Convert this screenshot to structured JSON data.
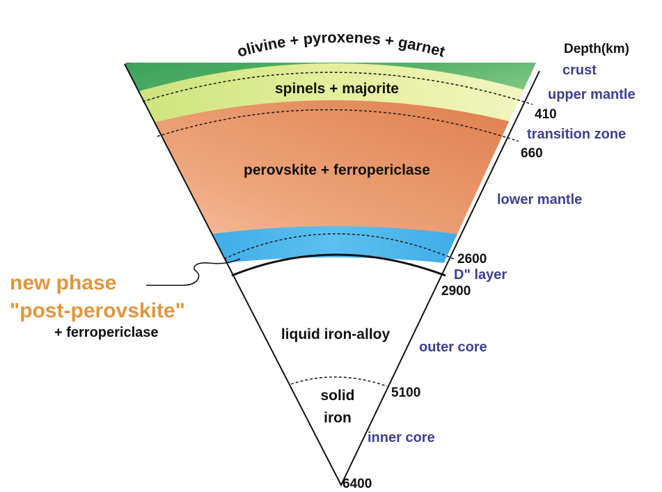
{
  "depth_header": "Depth(km)",
  "depth_labels": {
    "d410": "410",
    "d660": "660",
    "d2600": "2600",
    "d2900": "2900",
    "d5100": "5100",
    "d6400": "6400"
  },
  "layer_names": {
    "crust": "crust",
    "upper_mantle": "upper mantle",
    "transition_zone": "transition zone",
    "lower_mantle": "lower mantle",
    "d_layer": "D\" layer",
    "outer_core": "outer core",
    "inner_core": "inner core"
  },
  "compositions": {
    "upper_mantle": "olivine + pyroxenes + garnet",
    "transition_zone": "spinels + majorite",
    "lower_mantle": "perovskite + ferropericlase",
    "outer_core": "liquid iron-alloy",
    "inner_core_line1": "solid",
    "inner_core_line2": "iron"
  },
  "callout": {
    "line1": "new phase",
    "line2": "\"post-perovskite\"",
    "line3": "+ ferropericlase"
  },
  "colors": {
    "crust": "#8b5a32",
    "upper_mantle_dark": "#2f9a52",
    "upper_mantle_light": "#a4d79a",
    "transition_light": "#f2f6c4",
    "transition_dark": "#cbe27a",
    "lower_mantle_dark": "#dd7c4a",
    "lower_mantle_light": "#f8cfb2",
    "d_layer": "#2a9fe0",
    "callout_orange": "#e0963c",
    "layer_label": "#3d3f8f"
  }
}
